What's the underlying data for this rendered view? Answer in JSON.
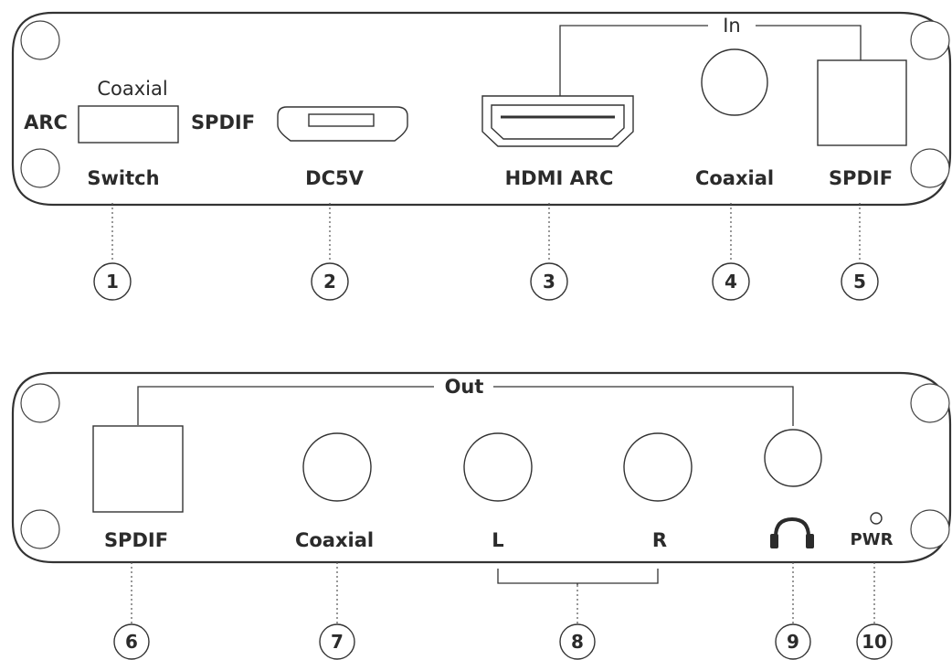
{
  "top_panel": {
    "header": "In",
    "switch": {
      "left": "ARC",
      "top": "Coaxial",
      "right": "SPDIF",
      "label": "Switch"
    },
    "labels": {
      "dc": "DC5V",
      "hdmi": "HDMI ARC",
      "coaxial": "Coaxial",
      "spdif": "SPDIF"
    }
  },
  "bottom_panel": {
    "header": "Out",
    "labels": {
      "spdif": "SPDIF",
      "coaxial": "Coaxial",
      "left": "L",
      "right": "R",
      "pwr": "PWR"
    }
  },
  "callouts": [
    "1",
    "2",
    "3",
    "4",
    "5",
    "6",
    "7",
    "8",
    "9",
    "10"
  ]
}
